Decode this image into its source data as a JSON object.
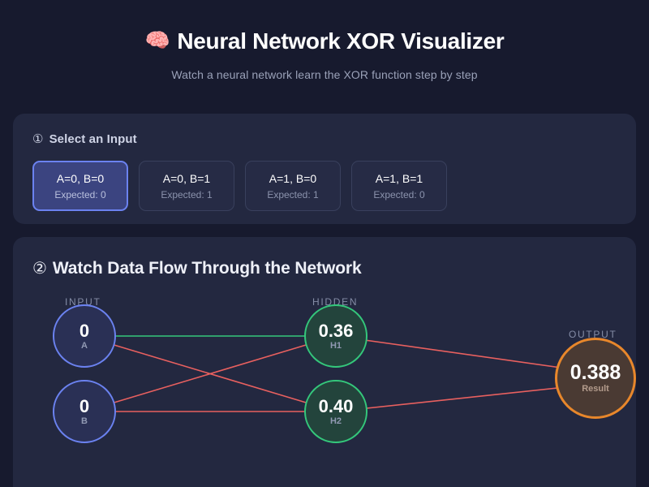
{
  "header": {
    "icon": "brain-icon",
    "icon_glyph": "🧠",
    "title": "Neural Network XOR Visualizer",
    "subtitle": "Watch a neural network learn the XOR function step by step"
  },
  "input_section": {
    "step_number": "①",
    "title": "Select an Input",
    "options": [
      {
        "label": "A=0, B=0",
        "expected": "Expected: 0",
        "selected": true
      },
      {
        "label": "A=0, B=1",
        "expected": "Expected: 1",
        "selected": false
      },
      {
        "label": "A=1, B=0",
        "expected": "Expected: 1",
        "selected": false
      },
      {
        "label": "A=1, B=1",
        "expected": "Expected: 0",
        "selected": false
      }
    ]
  },
  "network_section": {
    "step_number": "②",
    "title": "Watch Data Flow Through the Network",
    "layer_labels": {
      "input": "INPUT",
      "hidden": "HIDDEN",
      "output": "OUTPUT"
    },
    "nodes": {
      "input": [
        {
          "value": "0",
          "name": "A"
        },
        {
          "value": "0",
          "name": "B"
        }
      ],
      "hidden": [
        {
          "value": "0.36",
          "name": "H1"
        },
        {
          "value": "0.40",
          "name": "H2"
        }
      ],
      "output": {
        "value": "0.388",
        "name": "Result"
      }
    }
  },
  "colors": {
    "page_bg": "#171a2e",
    "card_bg": "#232840",
    "accent_blue": "#6b82f0",
    "accent_green": "#34c77b",
    "accent_orange": "#e8872b",
    "edge_positive": "#34c77b",
    "edge_negative": "#e8605f"
  }
}
